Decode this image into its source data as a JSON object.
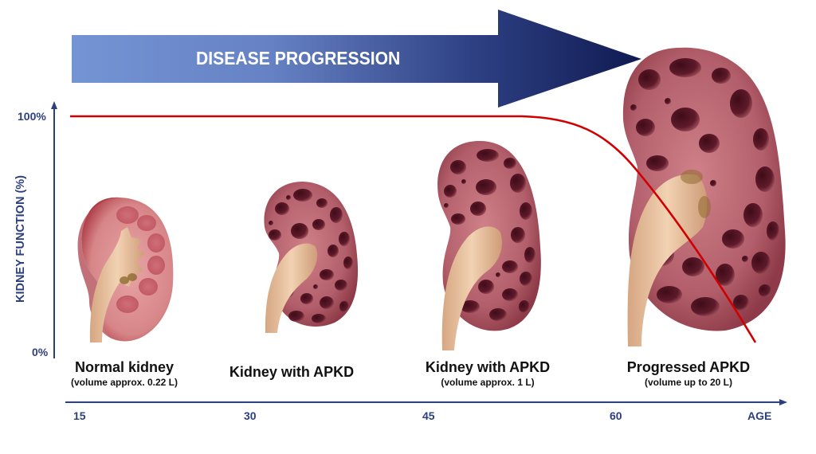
{
  "header": {
    "arrow_label": "DISEASE PROGRESSION"
  },
  "axes": {
    "y_title": "KIDNEY FUNCTION (%)",
    "y_top_label": "100%",
    "y_bottom_label": "0%",
    "x_ticks": [
      "15",
      "30",
      "45",
      "60"
    ],
    "x_title": "AGE"
  },
  "stages": [
    {
      "title": "Normal kidney",
      "subtitle": "(volume approx. 0.22 L)"
    },
    {
      "title": "Kidney with APKD",
      "subtitle": ""
    },
    {
      "title": "Kidney with APKD",
      "subtitle": "(volume approx. 1 L)"
    },
    {
      "title": "Progressed APKD",
      "subtitle": "(volume up to 20 L)"
    }
  ],
  "colors": {
    "axis": "#2c3f7f",
    "arrow_start": "#7090d0",
    "arrow_end": "#15215a",
    "function_line": "#d00000",
    "kidney_tissue": "#b5606c",
    "cyst": "#5e1a2a",
    "ureter": "#e8c09a"
  },
  "chart_data": {
    "type": "line",
    "title": "DISEASE PROGRESSION",
    "xlabel": "AGE",
    "ylabel": "KIDNEY FUNCTION (%)",
    "x_ticks": [
      15,
      30,
      45,
      60
    ],
    "y_ticks": [
      "0%",
      "100%"
    ],
    "ylim": [
      0,
      100
    ],
    "series": [
      {
        "name": "Kidney function",
        "x": [
          15,
          30,
          45,
          52,
          57,
          60,
          63,
          66,
          70
        ],
        "values": [
          100,
          100,
          100,
          100,
          95,
          85,
          68,
          45,
          5
        ]
      }
    ],
    "annotations": [
      {
        "x": 15,
        "label": "Normal kidney (volume approx. 0.22 L)"
      },
      {
        "x": 30,
        "label": "Kidney with APKD"
      },
      {
        "x": 45,
        "label": "Kidney with APKD (volume approx. 1 L)"
      },
      {
        "x": 60,
        "label": "Progressed APKD (volume up to 20 L)"
      }
    ]
  }
}
